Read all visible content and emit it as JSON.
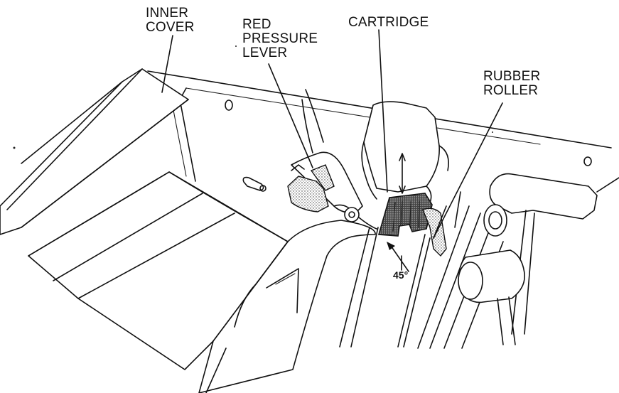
{
  "labels": {
    "inner_cover": "INNER\nCOVER",
    "red_pressure_lever": "RED\nPRESSURE\nLEVER",
    "cartridge": "CARTRIDGE",
    "rubber_roller": "RUBBER\nROLLER",
    "angle": "45°"
  },
  "colors": {
    "line": "#111111",
    "background": "#ffffff"
  }
}
